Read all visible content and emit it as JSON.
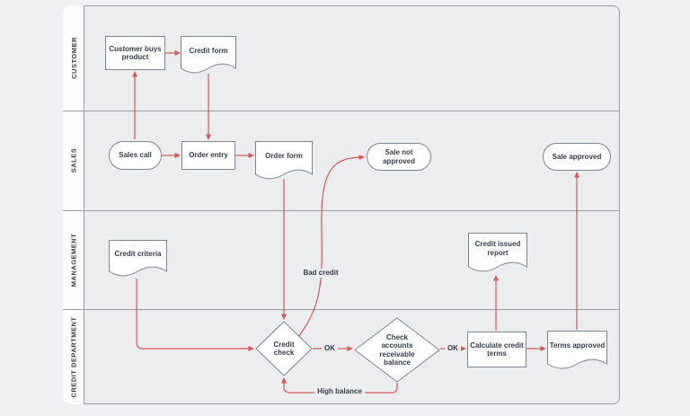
{
  "diagram": {
    "type": "swimlane-flowchart",
    "lanes": [
      {
        "label": "CUSTOMER"
      },
      {
        "label": "SALES"
      },
      {
        "label": "MANAGEMENT"
      },
      {
        "label": "CREDIT DEPARTMENT"
      }
    ],
    "nodes": {
      "customer_buys": {
        "label": "Customer buys product",
        "shape": "process",
        "lane": "CUSTOMER"
      },
      "credit_form": {
        "label": "Credit form",
        "shape": "document",
        "lane": "CUSTOMER"
      },
      "sales_call": {
        "label": "Sales call",
        "shape": "terminator",
        "lane": "SALES"
      },
      "order_entry": {
        "label": "Order entry",
        "shape": "process",
        "lane": "SALES"
      },
      "order_form": {
        "label": "Order form",
        "shape": "document",
        "lane": "SALES"
      },
      "sale_not_approved": {
        "label": "Sale not approved",
        "shape": "terminator",
        "lane": "SALES"
      },
      "sale_approved": {
        "label": "Sale approved",
        "shape": "terminator",
        "lane": "SALES"
      },
      "credit_criteria": {
        "label": "Credit criteria",
        "shape": "document",
        "lane": "MANAGEMENT"
      },
      "credit_issued_report": {
        "label": "Credit issued report",
        "shape": "document",
        "lane": "MANAGEMENT"
      },
      "credit_check": {
        "label": "Credit check",
        "shape": "decision",
        "lane": "CREDIT DEPARTMENT"
      },
      "check_accounts": {
        "label": "Check accounts receivable balance",
        "shape": "decision",
        "lane": "CREDIT DEPARTMENT"
      },
      "calculate_credit_terms": {
        "label": "Calculate credit terms",
        "shape": "process",
        "lane": "CREDIT DEPARTMENT"
      },
      "terms_approved": {
        "label": "Terms approved",
        "shape": "document",
        "lane": "CREDIT DEPARTMENT"
      }
    },
    "edge_labels": {
      "ok_credit_check": "OK",
      "ok_balance": "OK",
      "bad_credit": "Bad credit",
      "high_balance": "High balance"
    },
    "colors": {
      "connector": "#d95757",
      "node_fill": "#ffffff",
      "node_border": "#7f858d",
      "frame_border": "#999da4",
      "lane_bg": "#ebedef",
      "text": "#373d48"
    }
  }
}
